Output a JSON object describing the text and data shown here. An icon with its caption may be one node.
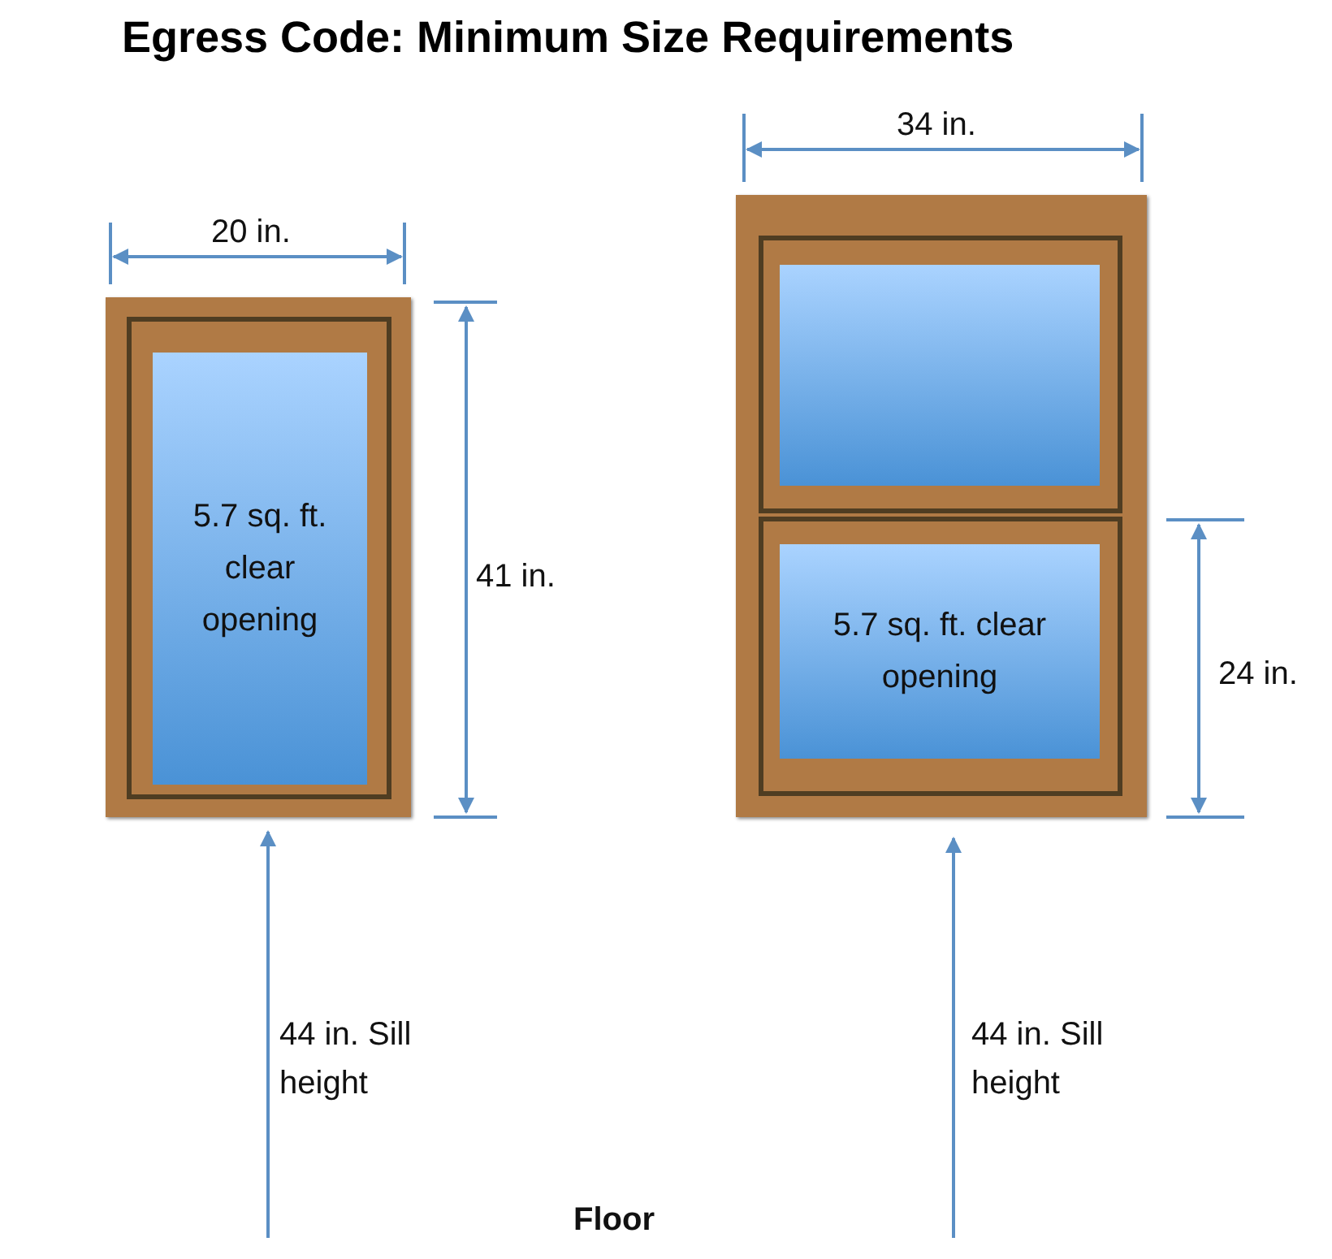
{
  "diagram": {
    "title": "Egress Code: Minimum Size Requirements",
    "nodes": [
      {
        "text": [],
        "shape": "box"
      },
      {
        "text": [
          "5.7 sq. ft. clear opening"
        ],
        "in": 0
      },
      {
        "text": [],
        "shape": "box"
      },
      {
        "text": [],
        "shape": "box",
        "in": 2
      },
      {
        "text": [
          "5.7 sq. ft. clear opening"
        ],
        "in": 2
      }
    ],
    "labels": [
      "20 in.",
      "41 in.",
      "34 in.",
      "24 in.",
      "44 in. Sill height",
      "44 in. Sill height",
      "Floor"
    ]
  }
}
